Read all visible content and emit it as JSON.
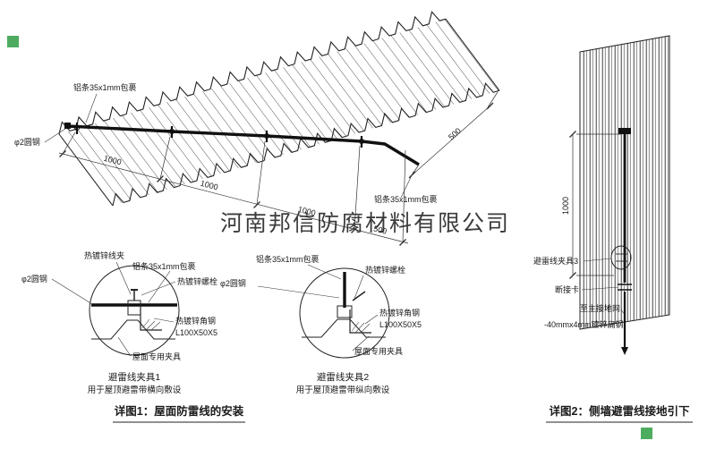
{
  "watermark": "河南邦信防腐材料有限公司",
  "colors": {
    "red": "#cc2222",
    "watermark": "#8f8f8f",
    "stamp": "#2f9e44"
  },
  "main": {
    "label_alu_top": "铝条35x1mm包裹",
    "label_round": "φ2圆钢",
    "label_alu_right": "铝条35x1mm包裹",
    "dim1": "1000",
    "dim2": "1000",
    "dim3": "1000",
    "dim4": "500",
    "dim_right": "500"
  },
  "detail1": {
    "title": "避雷线夹具1",
    "subtitle": "用于屋顶避雷带横向敷设",
    "wire_clamp": "热镀锌线夹",
    "alu": "铝条35x1mm包裹",
    "bolt": "热镀锌螺栓",
    "round": "φ2圆钢",
    "angle": "热镀锌角钢",
    "angle_spec": "L100X50X5",
    "roof_clamp": "屋面专用夹具"
  },
  "detail2": {
    "title": "避雷线夹具2",
    "subtitle": "用于屋顶避雷带纵向敷设",
    "alu": "铝条35x1mm包裹",
    "bolt": "热镀锌螺栓",
    "round": "φ2圆钢",
    "angle": "热镀锌角钢",
    "angle_spec": "L100X50X5",
    "roof_clamp": "屋面专用夹具"
  },
  "wall": {
    "dim": "1000",
    "clamp3": "避雷线夹具3",
    "break_card": "断接卡",
    "to_ground": "至主接地网",
    "flat_steel": "-40mmx4mm镀锌扁钢"
  },
  "captions": {
    "fig1": "详图1：屋面防雷线的安装",
    "fig2": "详图2：侧墙避雷线接地引下"
  }
}
